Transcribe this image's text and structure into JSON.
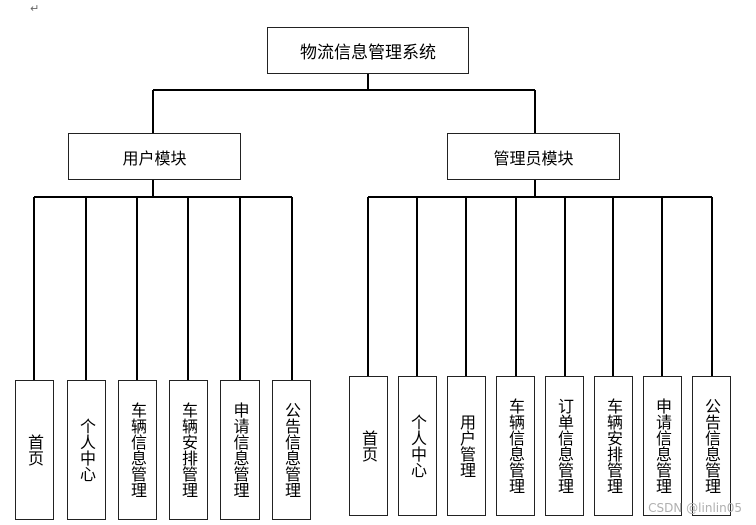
{
  "paragraph_mark": "↵",
  "root": {
    "label": "物流信息管理系统"
  },
  "modules": [
    {
      "label": "用户模块",
      "leaves": [
        "首页",
        "个人中心",
        "车辆信息管理",
        "车辆安排管理",
        "申请信息管理",
        "公告信息管理"
      ]
    },
    {
      "label": "管理员模块",
      "leaves": [
        "首页",
        "个人中心",
        "用户管理",
        "车辆信息管理",
        "订单信息管理",
        "车辆安排管理",
        "申请信息管理",
        "公告信息管理"
      ]
    }
  ],
  "watermark": "CSDN @linlin05",
  "colors": {
    "line": "#000000",
    "border": "#222222",
    "watermark": "#b0b0b0"
  }
}
